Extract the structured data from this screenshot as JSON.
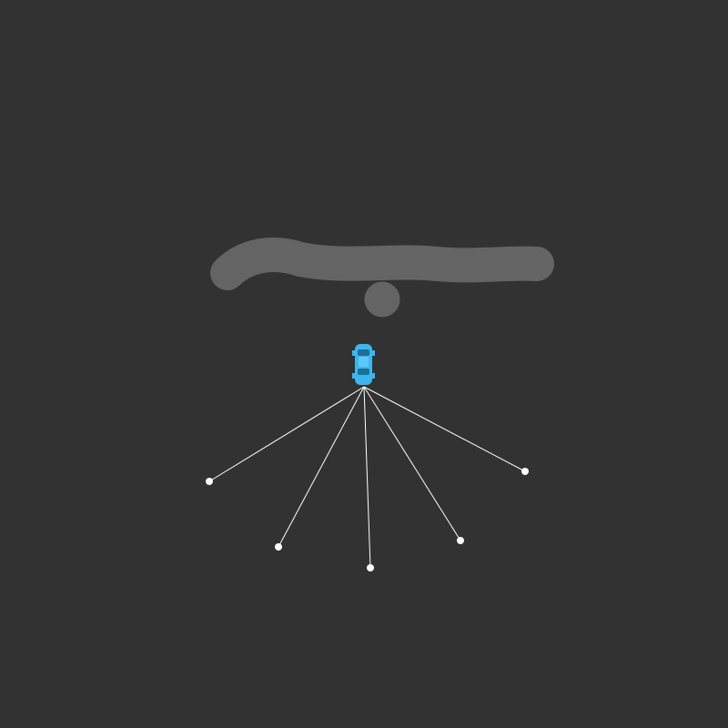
{
  "colors": {
    "background": "#323232",
    "road": "#646464",
    "car": "#3bb7f0",
    "car_window": "#1e6e96",
    "sensor_ray": "#ffffff",
    "sensor_endpoint": "#ffffff"
  },
  "scene": {
    "road_segments": 2,
    "car": {
      "icon": "car-icon",
      "heading": "up"
    },
    "sensors": {
      "count": 5,
      "icon": "sensor-endpoint-icon"
    }
  }
}
